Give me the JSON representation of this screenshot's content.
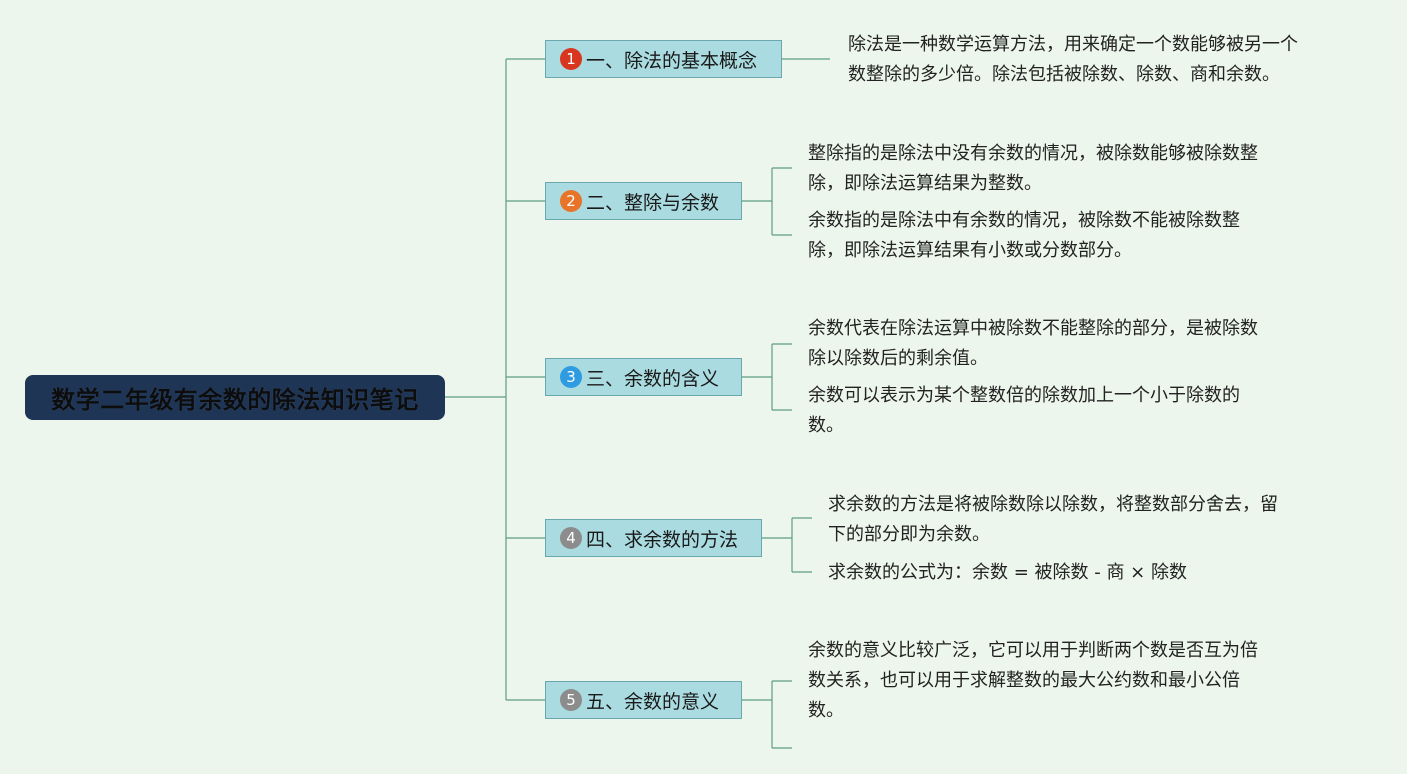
{
  "root": {
    "title": "数学二年级有余数的除法知识笔记"
  },
  "branches": [
    {
      "number": "1",
      "color": "#d9361f",
      "label": "一、除法的基本概念",
      "notes": [
        {
          "lines": [
            "除法是一种数学运算方法，用来确定一个数能够被另一个",
            "数整除的多少倍。除法包括被除数、除数、商和余数。"
          ]
        }
      ]
    },
    {
      "number": "2",
      "color": "#e8742a",
      "label": "二、整除与余数",
      "notes": [
        {
          "lines": [
            "整除指的是除法中没有余数的情况，被除数能够被除数整",
            "除，即除法运算结果为整数。"
          ]
        },
        {
          "lines": [
            "余数指的是除法中有余数的情况，被除数不能被除数整",
            "除，即除法运算结果有小数或分数部分。"
          ]
        }
      ]
    },
    {
      "number": "3",
      "color": "#2f9be0",
      "label": "三、余数的含义",
      "notes": [
        {
          "lines": [
            "余数代表在除法运算中被除数不能整除的部分，是被除数",
            "除以除数后的剩余值。"
          ]
        },
        {
          "lines": [
            "余数可以表示为某个整数倍的除数加上一个小于除数的",
            "数。"
          ]
        }
      ]
    },
    {
      "number": "4",
      "color": "#8c8c8c",
      "label": "四、求余数的方法",
      "notes": [
        {
          "lines": [
            "求余数的方法是将被除数除以除数，将整数部分舍去，留",
            "下的部分即为余数。"
          ]
        },
        {
          "lines": [
            "求余数的公式为：余数 = 被除数 - 商 × 除数"
          ]
        }
      ]
    },
    {
      "number": "5",
      "color": "#8c8c8c",
      "label": "五、余数的意义",
      "notes": [
        {
          "lines": [
            "余数的意义比较广泛，它可以用于判断两个数是否互为倍",
            "数关系，也可以用于求解整数的最大公约数和最小公倍",
            "数。"
          ]
        }
      ]
    }
  ],
  "colors": {
    "background": "#edf6ec",
    "root_fill": "#1e3555",
    "branch_fill": "#a9dbe0",
    "connector": "#5e9c86"
  }
}
